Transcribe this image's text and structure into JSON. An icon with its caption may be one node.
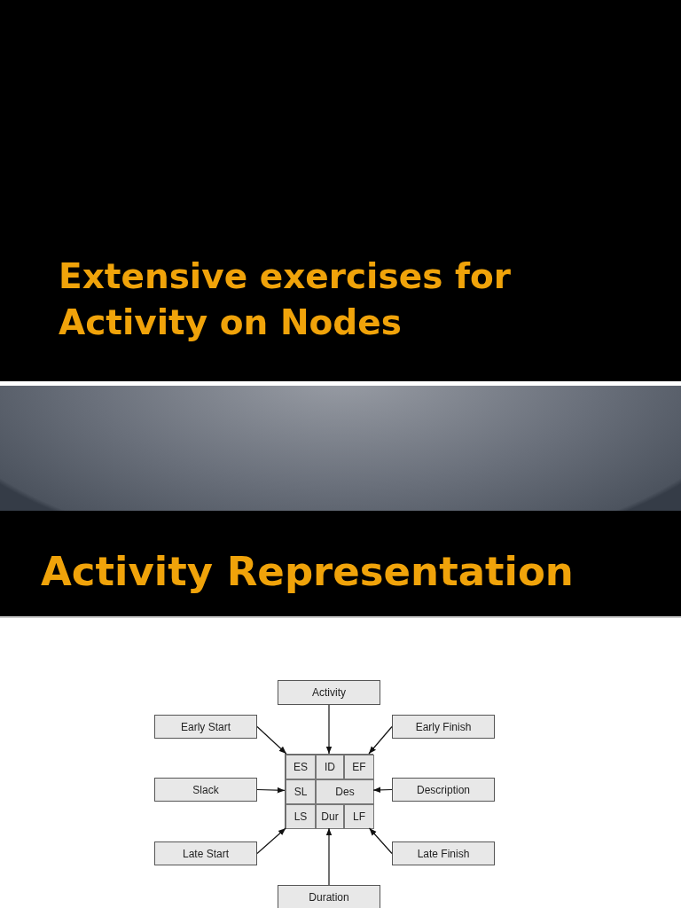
{
  "diagram": {
    "title": "Extensive exercises for Activity on Nodes",
    "nodes": [
      {
        "text": [
          "Activity"
        ]
      },
      {
        "text": [
          "Early Start"
        ]
      },
      {
        "text": [
          "Early Finish"
        ]
      },
      {
        "text": [],
        "shape": "box"
      },
      {
        "text": [
          "ES"
        ],
        "in": 3
      },
      {
        "text": [
          "ID"
        ],
        "in": 3
      },
      {
        "text": [
          "EF"
        ],
        "in": 3
      },
      {
        "text": [
          "SL"
        ],
        "in": 3
      },
      {
        "text": [
          "Des"
        ],
        "in": 3
      },
      {
        "text": [
          "LS"
        ],
        "in": 3
      },
      {
        "text": [
          "Dur"
        ],
        "in": 3
      },
      {
        "text": [
          "LF"
        ],
        "in": 3
      },
      {
        "text": [
          "Slack"
        ]
      },
      {
        "text": [
          "Description"
        ]
      },
      {
        "text": [
          "Late Start"
        ]
      },
      {
        "text": [
          "Late Finish"
        ]
      },
      {
        "text": [
          "Duration"
        ]
      }
    ],
    "edges": [
      {
        "from": 0,
        "to": 5,
        "arrow": "to"
      },
      {
        "from": 1,
        "to": 4,
        "arrow": "to"
      },
      {
        "from": 2,
        "to": 6,
        "arrow": "to"
      },
      {
        "from": 12,
        "to": 7,
        "arrow": "to"
      },
      {
        "from": 13,
        "to": 8,
        "arrow": "to"
      },
      {
        "from": 14,
        "to": 9,
        "arrow": "to"
      },
      {
        "from": 15,
        "to": 11,
        "arrow": "to"
      },
      {
        "from": 16,
        "to": 10,
        "arrow": "to"
      }
    ],
    "labels": [
      "Activity Representation"
    ]
  }
}
